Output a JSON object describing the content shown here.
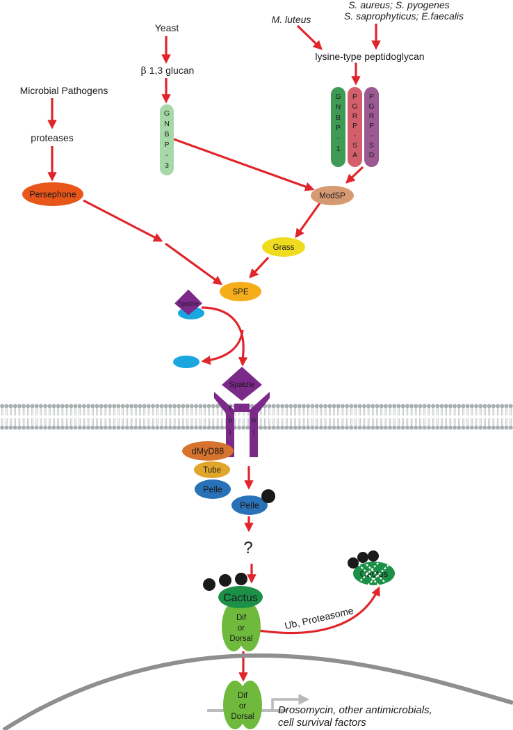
{
  "sources": {
    "yeast": "Yeast",
    "glucan_beta": "β",
    "glucan_rest": "1,3 glucan",
    "microbial_pathogens": "Microbial Pathogens",
    "proteases": "proteases",
    "m_luteus": "M. luteus",
    "bacteria_line1": "S. aureus; S. pyogenes",
    "bacteria_line2": "S. saprophyticus; E.faecalis",
    "peptidoglycan": "lysine-type peptidoglycan"
  },
  "receptors": {
    "gnbp3": [
      "G",
      "N",
      "B",
      "P",
      "-",
      "3"
    ],
    "gnbp1": [
      "G",
      "N",
      "B",
      "P",
      "-",
      "1"
    ],
    "pgrp_sa": [
      "P",
      "G",
      "R",
      "P",
      "-",
      "S",
      "A"
    ],
    "pgrp_sd": [
      "P",
      "G",
      "R",
      "P",
      "-",
      "S",
      "D"
    ]
  },
  "nodes": {
    "persephone": "Persephone",
    "modsp": "ModSP",
    "grass": "Grass",
    "spe": "SPE",
    "spatzle_pro": "Spatzle",
    "spatzle_active": "Spatzle",
    "toll_left": [
      "T",
      "o",
      "l"
    ],
    "toll_right": [
      "o",
      "l"
    ],
    "dmyd88": "dMyD88",
    "tube": "Tube",
    "pelle_complex": "Pelle",
    "pelle_phos": "Pelle",
    "phospho": "P",
    "unknown": "?",
    "cactus": "Cactus",
    "dif_dorsal_1": "Dif",
    "dif_dorsal_2": "or",
    "dif_dorsal_3": "Dorsal",
    "ub_proteasome": "Ub, Proteasome",
    "degraded_cactus": "Cactus"
  },
  "output": {
    "line1": "Drosomycin, other antimicrobials,",
    "line2": "cell survival factors"
  },
  "colors": {
    "arrow": "#e0252b",
    "persephone": "#e8561a",
    "modsp": "#d69a72",
    "grass": "#f0dc1e",
    "spe": "#f5ae1a",
    "spatzle": "#7b2a8a",
    "pro_domain": "#1aa7e0",
    "gnbp3": "#a6d8a8",
    "gnbp1": "#3f9a55",
    "pgrp_sa": "#d45f6c",
    "pgrp_sd": "#9b5a91",
    "dmyd88": "#d6732f",
    "tube": "#e0a62c",
    "pelle": "#2a72b8",
    "cactus": "#1d9048",
    "dif_dorsal": "#6fba3c",
    "membrane": "#a9aeb1",
    "nucleus": "#8f8f8f"
  }
}
